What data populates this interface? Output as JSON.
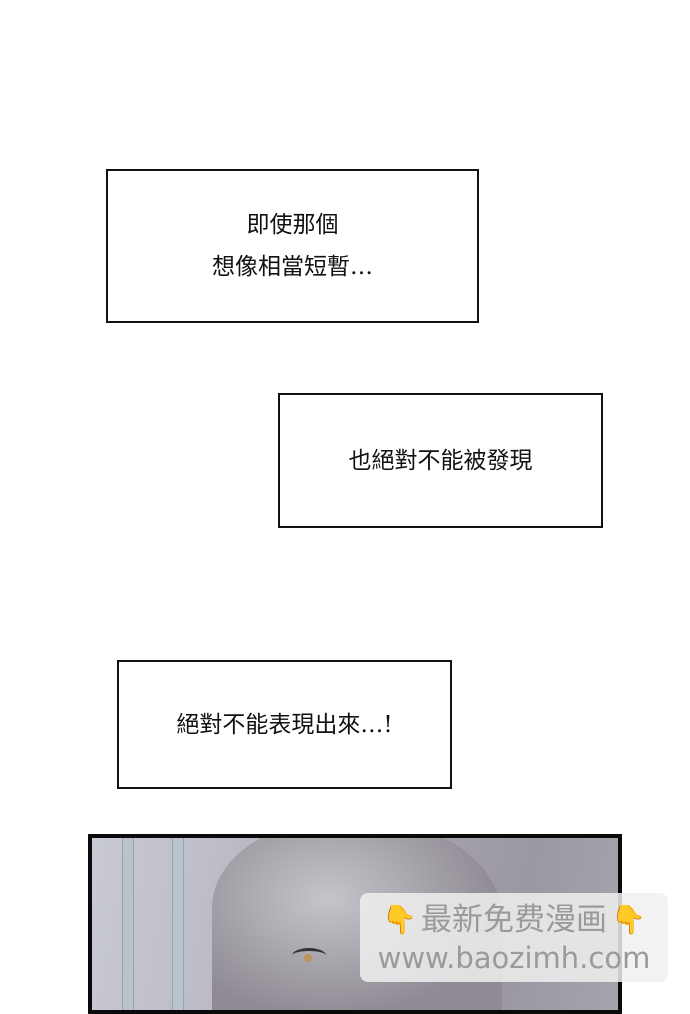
{
  "captions": [
    {
      "lines": [
        "即使那個",
        "想像相當短暫…"
      ]
    },
    {
      "lines": [
        "也絕對不能被發現"
      ]
    },
    {
      "lines": [
        "絕對不能表現出來…!"
      ]
    }
  ],
  "watermark": {
    "title": "最新免费漫画",
    "url": "www.baozimh.com",
    "icon": "pointing-down-hand-icon",
    "icon_color": "#f2b51c"
  }
}
